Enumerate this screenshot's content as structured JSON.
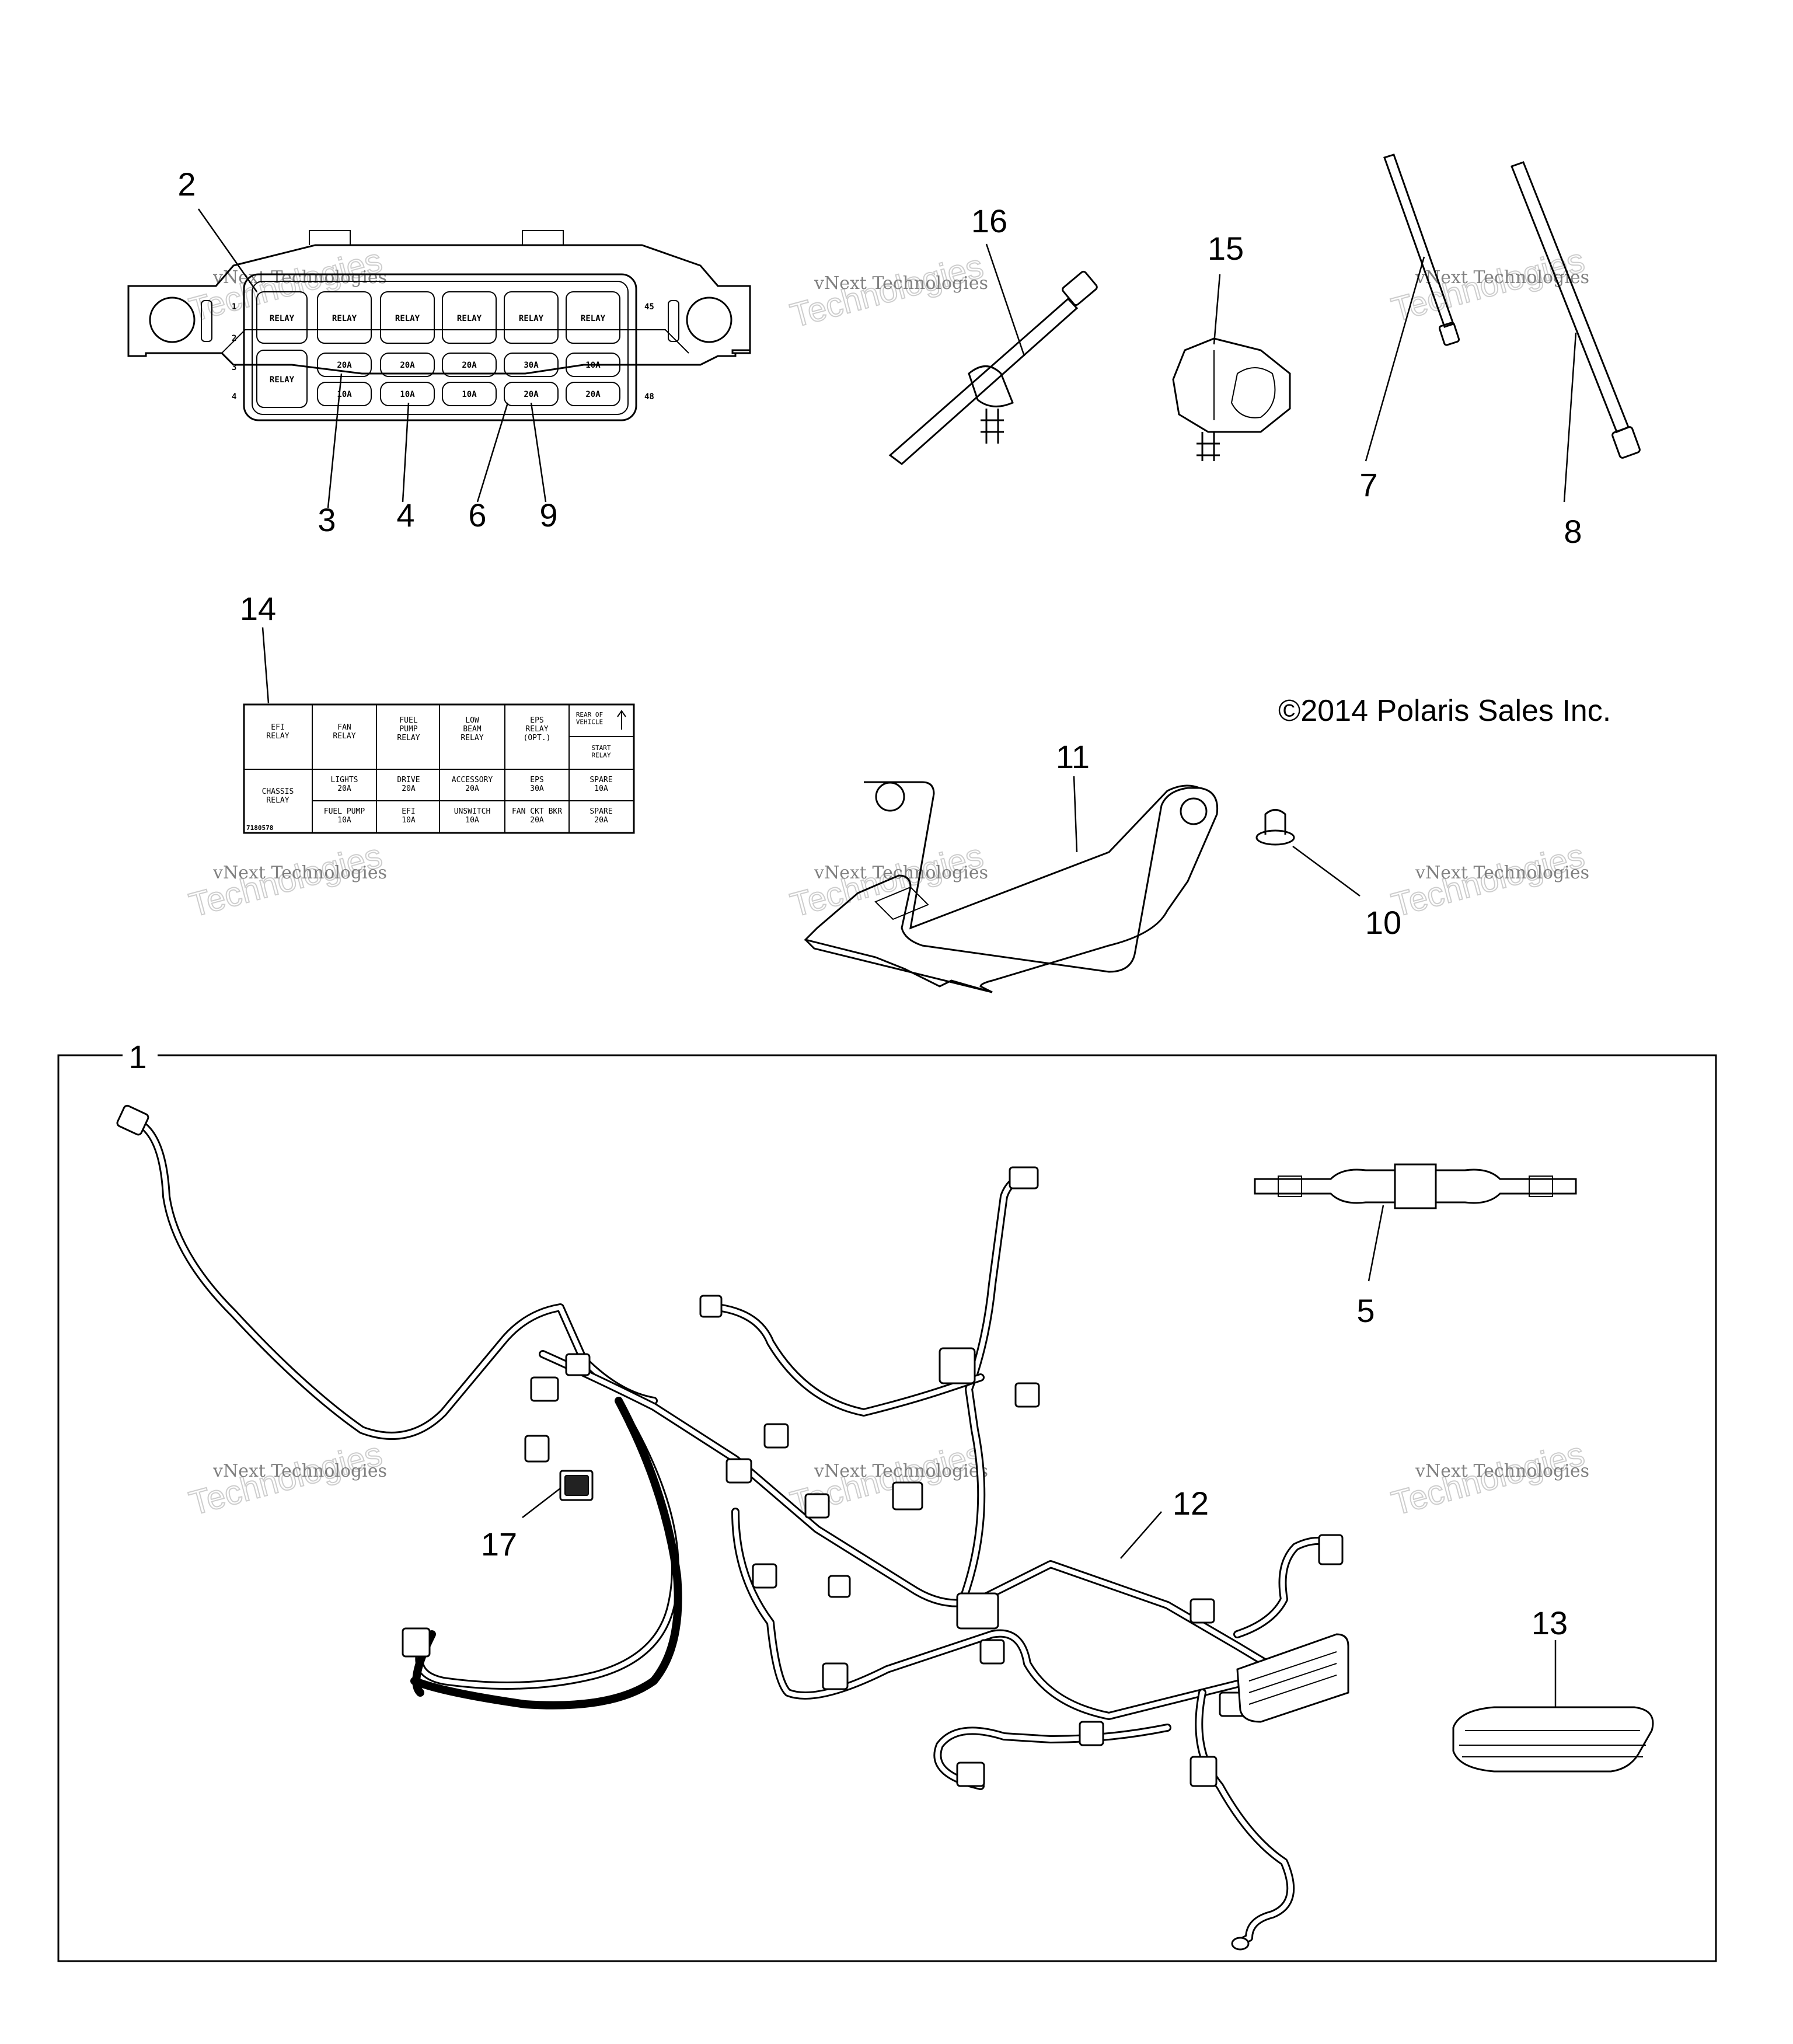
{
  "copyright": "©2014 Polaris Sales Inc.",
  "watermark": {
    "line1": "vNext Technologies",
    "line2": "Technologies"
  },
  "callouts": {
    "c1": "1",
    "c2": "2",
    "c3": "3",
    "c4": "4",
    "c5": "5",
    "c6": "6",
    "c7": "7",
    "c8": "8",
    "c9": "9",
    "c10": "10",
    "c11": "11",
    "c12": "12",
    "c13": "13",
    "c14": "14",
    "c15": "15",
    "c16": "16",
    "c17": "17"
  },
  "fuse_box": {
    "relay_label": "RELAY",
    "row_numbers": [
      "1",
      "2",
      "3",
      "4"
    ],
    "col_start": "45",
    "col_end": "48",
    "fuse_row_1": [
      "20A",
      "20A",
      "20A",
      "30A",
      "10A"
    ],
    "fuse_row_2": [
      "10A",
      "10A",
      "10A",
      "20A",
      "20A"
    ]
  },
  "decal": {
    "r1c1": "EFI\nRELAY",
    "r1c2": "FAN\nRELAY",
    "r1c3": "FUEL\nPUMP\nRELAY",
    "r1c4": "LOW\nBEAM\nRELAY",
    "r1c5": "EPS\nRELAY\n(OPT.)",
    "r1c6": "REAR OF\nVEHICLE",
    "r2c6": "START\nRELAY",
    "r3c1": "CHASSIS\nRELAY",
    "r3c2": "LIGHTS\n20A",
    "r3c3": "DRIVE\n20A",
    "r3c4": "ACCESSORY\n20A",
    "r3c5": "EPS\n30A",
    "r3c6": "SPARE\n10A",
    "r4c2": "FUEL PUMP\n10A",
    "r4c3": "EFI\n10A",
    "r4c4": "UNSWITCH\n10A",
    "r4c5": "FAN CKT BKR\n20A",
    "r4c6": "SPARE\n20A",
    "part_no": "7180578"
  }
}
